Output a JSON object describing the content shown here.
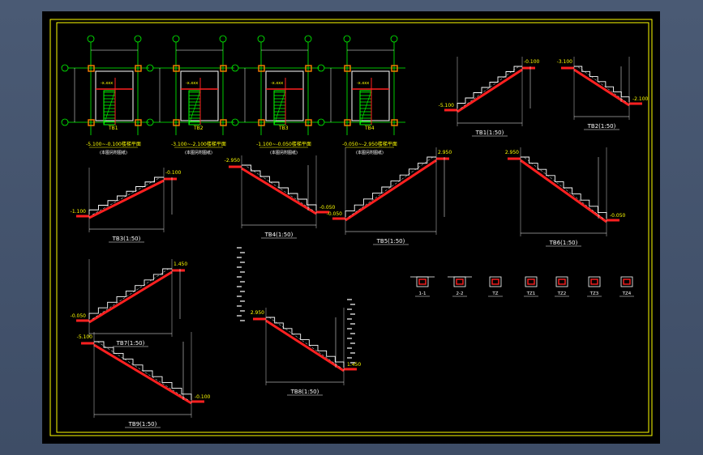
{
  "colors": {
    "frame": "#ffff00",
    "line": "#ffffff",
    "axis": "#00ff00",
    "slab": "#ff2020",
    "dim": "#ffffff",
    "green_text": "#00ff00",
    "yellow_text": "#ffff00",
    "magenta_text": "#ff00ff",
    "column": "#ff8000"
  },
  "plans": [
    {
      "caption": "-5.100~-0.100楼梯平面",
      "sub": "(本图另附图纸)"
    },
    {
      "caption": "-3.100~-2.100楼梯平面",
      "sub": "(本图另附图纸)"
    },
    {
      "caption": "-1.100~-0.050楼梯平面",
      "sub": "(本图另附图纸)"
    },
    {
      "caption": "-0.050~-2.950楼梯平面",
      "sub": "(本图另附图纸)"
    }
  ],
  "sections": [
    {
      "title": "TB1(1:50)",
      "elev_top": "-0.100",
      "elev_bot": "-5.100"
    },
    {
      "title": "TB2(1:50)",
      "elev_top": "-3.100",
      "elev_bot": "-2.100"
    },
    {
      "title": "TB3(1:50)",
      "elev_top": "-0.100",
      "elev_bot": "-1.100"
    },
    {
      "title": "TB4(1:50)",
      "elev_top": "-2.950",
      "elev_bot": "-0.050"
    },
    {
      "title": "TB5(1:50)",
      "elev_top": "2.950",
      "elev_bot": "-0.050"
    },
    {
      "title": "TB6(1:50)",
      "elev_top": "2.950",
      "elev_bot": "-0.050"
    },
    {
      "title": "TB7(1:50)",
      "elev_top": "1.450",
      "elev_bot": "-0.050"
    },
    {
      "title": "TB8(1:50)",
      "elev_top": "2.950",
      "elev_bot": "1.450"
    },
    {
      "title": "TB9(1:50)",
      "elev_top": "-5.100",
      "elev_bot": "-0.100"
    },
    {
      "title": "TB10(1:50)",
      "elev_top": "-0.100",
      "elev_bot": "-5.100"
    }
  ],
  "details": [
    {
      "label": "1-1"
    },
    {
      "label": "2-2"
    },
    {
      "label": "TZ"
    },
    {
      "label": "TZ1"
    },
    {
      "label": "TZ2"
    },
    {
      "label": "TZ3"
    },
    {
      "label": "TZ4"
    }
  ]
}
